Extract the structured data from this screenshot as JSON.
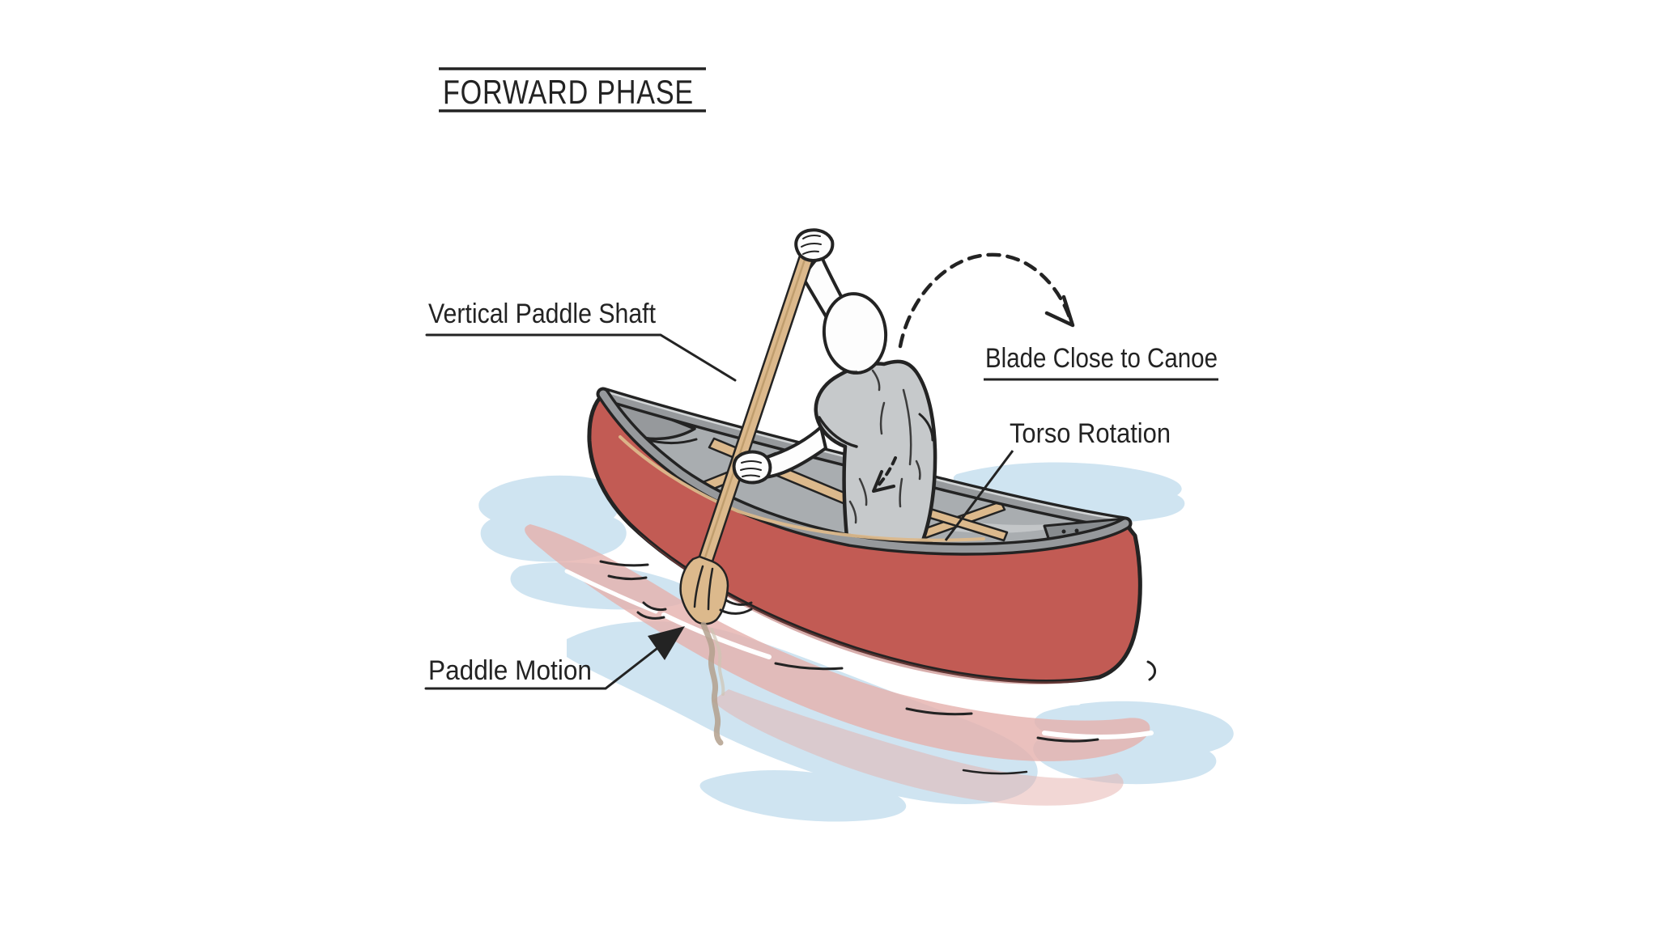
{
  "title": "FORWARD PHASE",
  "labels": {
    "vertical_paddle_shaft": "Vertical Paddle Shaft",
    "blade_close_to_canoe": "Blade Close to Canoe",
    "torso_rotation": "Torso Rotation",
    "paddle_motion": "Paddle Motion"
  },
  "colors": {
    "background": "#ffffff",
    "ink": "#232323",
    "hull_red": "#c25b54",
    "hull_red_dark": "#a84c46",
    "gunwale_gray": "#96999c",
    "gunwale_highlight": "#d2d5d6",
    "interior_gray": "#a9adb0",
    "interior_light": "#c3c6c8",
    "floor_dark": "#83878a",
    "seat_shadow": "#6e7275",
    "stern_cap": "#888c8f",
    "wood_tan": "#dcb98c",
    "wood_shade": "#c09e6e",
    "shirt_gray": "#c6c9cb",
    "skin_white": "#fdfdfd",
    "water_blue": "#cfe4f1",
    "reflection_pink": "#e5b0ac",
    "wake_beige": "#b3a08d"
  }
}
